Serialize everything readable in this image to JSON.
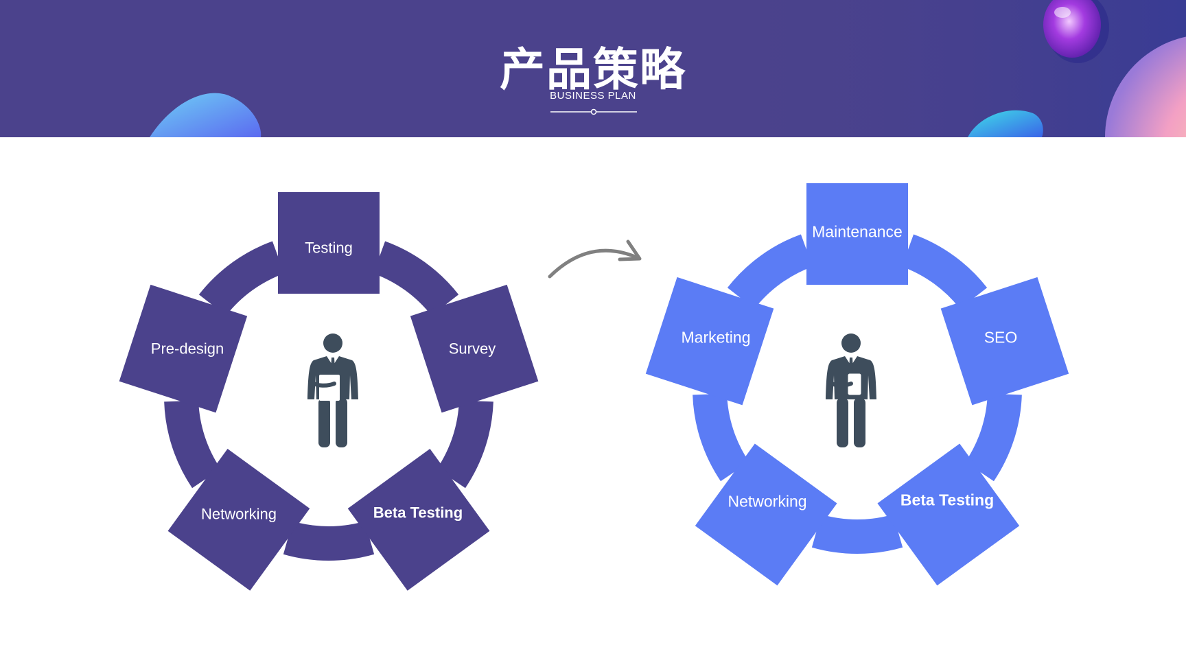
{
  "header": {
    "title": "产品策略",
    "subtitle": "BUSINESS PLAN"
  },
  "colors": {
    "header_bg": "#4b428c",
    "left_cycle": "#4b428c",
    "right_cycle": "#5b7cf5",
    "person": "#3e4d5c",
    "arrow": "#808080"
  },
  "left_cycle": {
    "steps": [
      "Testing",
      "Survey",
      "Beta Testing",
      "Networking",
      "Pre-design"
    ]
  },
  "right_cycle": {
    "steps": [
      "Maintenance",
      "SEO",
      "Beta Testing",
      "Networking",
      "Marketing"
    ]
  },
  "icons": {
    "center_left": "businessman-with-tablet-icon",
    "center_right": "businessman-with-phone-icon",
    "transition": "curved-arrow-icon"
  }
}
